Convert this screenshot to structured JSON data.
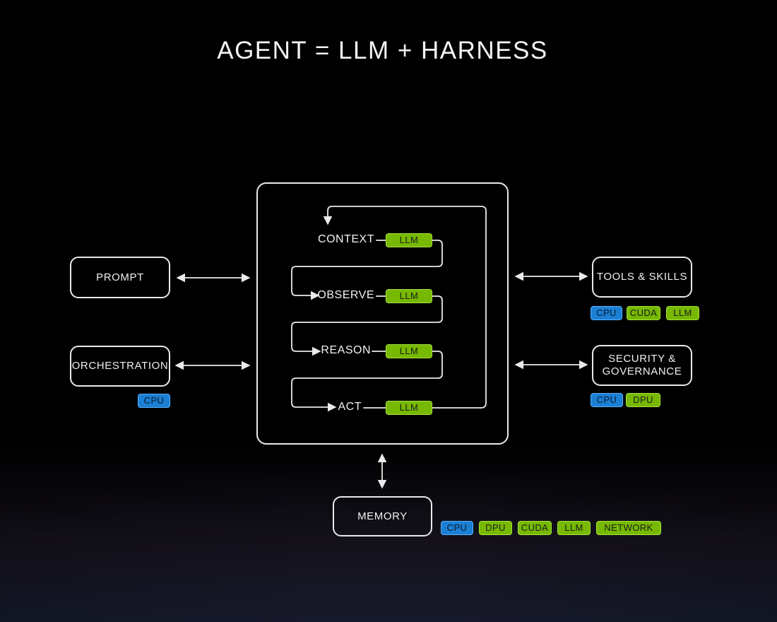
{
  "title": "AGENT = LLM + HARNESS",
  "colors": {
    "llm_green": "#76b900",
    "cpu_blue": "#1b7fd4",
    "stroke": "#e9e9e9",
    "background": "#000000"
  },
  "left_nodes": {
    "prompt": {
      "label": "PROMPT",
      "tags": []
    },
    "orchestration": {
      "label": "ORCHESTRATION",
      "tags": [
        "CPU"
      ]
    }
  },
  "right_nodes": {
    "tools": {
      "label": "TOOLS & SKILLS",
      "tags": [
        "CPU",
        "CUDA",
        "LLM"
      ]
    },
    "security": {
      "label_line1": "SECURITY &",
      "label_line2": "GOVERNANCE",
      "tags": [
        "CPU",
        "DPU"
      ]
    }
  },
  "bottom_node": {
    "memory": {
      "label": "MEMORY",
      "tags": [
        "CPU",
        "DPU",
        "CUDA",
        "LLM",
        "NETWORK"
      ]
    }
  },
  "loop_steps": [
    {
      "label": "CONTEXT",
      "tag": "LLM"
    },
    {
      "label": "OBSERVE",
      "tag": "LLM"
    },
    {
      "label": "REASON",
      "tag": "LLM"
    },
    {
      "label": "ACT",
      "tag": "LLM"
    }
  ]
}
